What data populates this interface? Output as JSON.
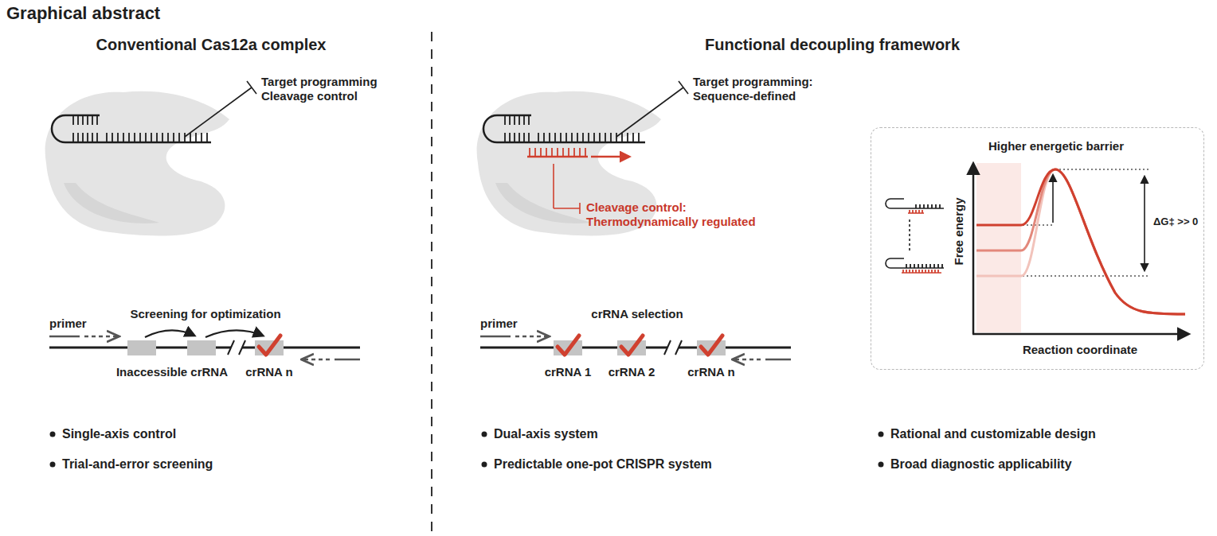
{
  "diagram": {
    "title": "Graphical abstract",
    "nodes": [
      {
        "text": [
          "Higher energetic barrier",
          "Free energy",
          "Reaction coordinate",
          "ΔG‡ >> 0"
        ]
      }
    ],
    "labels": [
      "Conventional Cas12a complex",
      "Target programming Cleavage control",
      "primer",
      "Screening for optimization",
      "Inaccessible crRNA",
      "crRNA n",
      "Single-axis control",
      "Trial-and-error screening",
      "Functional decoupling framework",
      "Target programming: Sequence-defined",
      "Cleavage control: Thermodynamically regulated",
      "primer",
      "crRNA selection",
      "crRNA 1",
      "crRNA 2",
      "crRNA n",
      "Dual-axis system",
      "Predictable one-pot CRISPR system",
      "Rational and customizable design",
      "Broad diagnostic applicability"
    ]
  }
}
